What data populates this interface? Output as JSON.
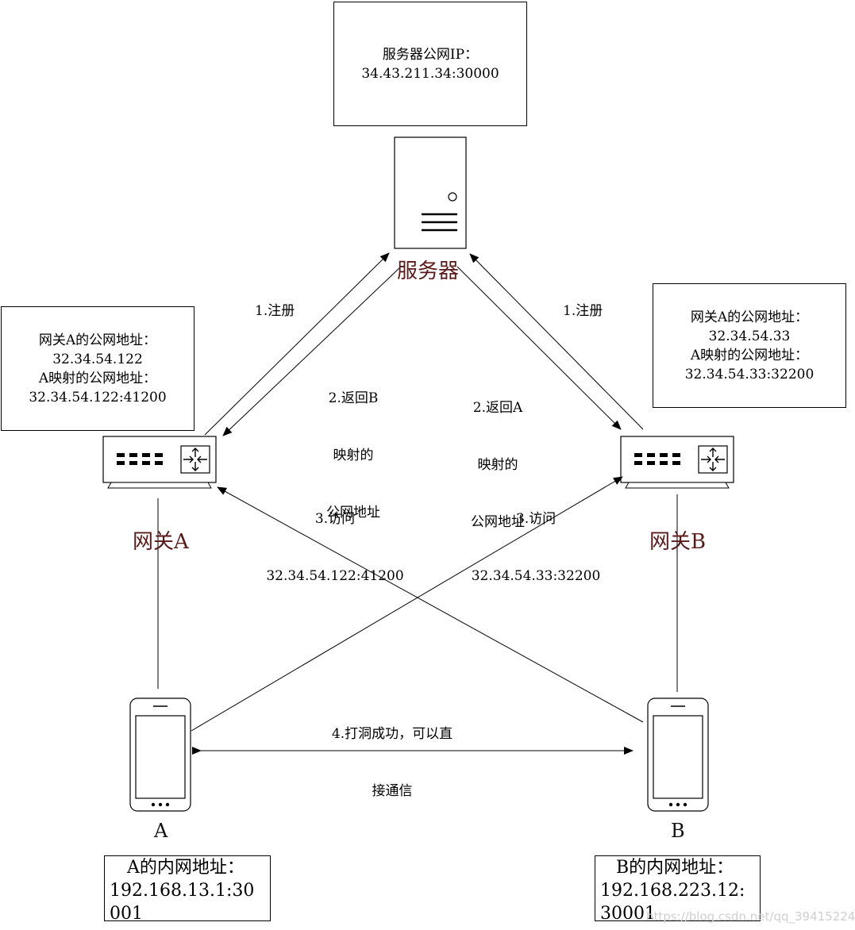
{
  "server_box": {
    "line1": "服务器公网IP：",
    "line2": "34.43.211.34:30000"
  },
  "server_label": "服务器",
  "gateway_a": {
    "name": "网关A",
    "info": [
      "网关A的公网地址：",
      "32.34.54.122",
      "A映射的公网地址：",
      "32.34.54.122:41200"
    ]
  },
  "gateway_b": {
    "name": "网关B",
    "info": [
      "网关A的公网地址：",
      "32.34.54.33",
      "A映射的公网地址：",
      "32.34.54.33:32200"
    ]
  },
  "steps": {
    "register_left": "1.注册",
    "register_right": "1.注册",
    "return_b": [
      "2.返回B",
      "映射的",
      "公网地址"
    ],
    "return_a": [
      "2.返回A",
      "映射的",
      "公网地址"
    ],
    "visit_left": [
      "3.访问",
      "32.34.54.122:41200"
    ],
    "visit_right": [
      "3.访问",
      "32.34.54.33:32200"
    ],
    "punch": [
      "4.打洞成功，可以直",
      "接通信"
    ]
  },
  "device_a": {
    "name": "A",
    "addr_title": "A的内网地址：",
    "addr_value": "192.168.13.1:30001"
  },
  "device_b": {
    "name": "B",
    "addr_title": "B的内网地址：",
    "addr_value": "192.168.223.12:30001"
  },
  "watermark": "https://blog.csdn.net/qq_39415224",
  "icons": {
    "server": "server-icon",
    "gateway": "router-icon",
    "phone": "phone-icon"
  }
}
